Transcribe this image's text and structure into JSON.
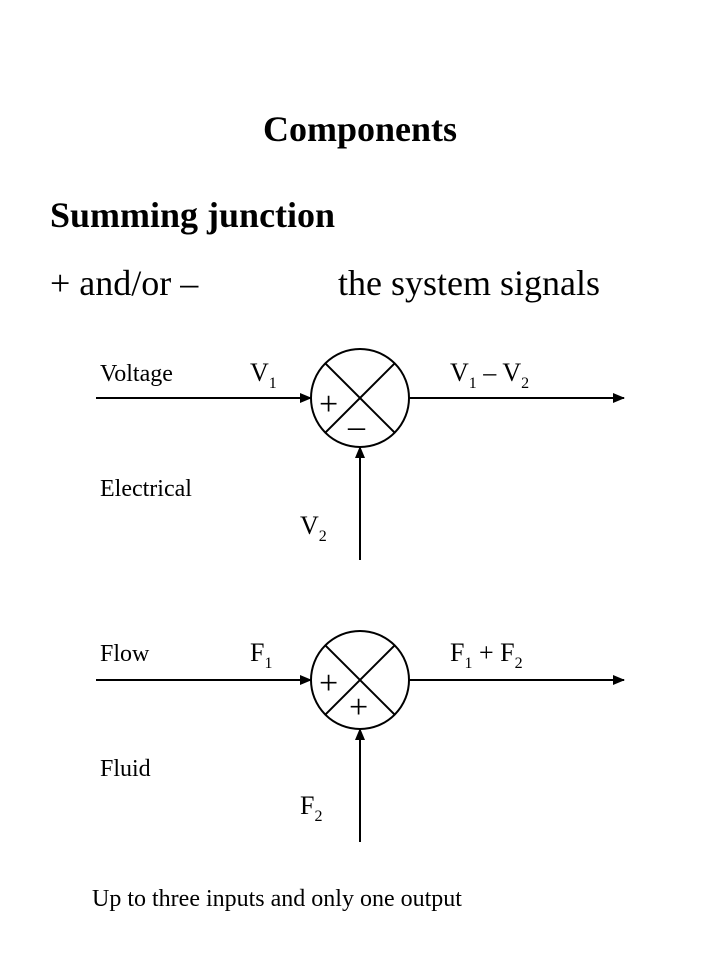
{
  "title": "Components",
  "subtitle": "Summing junction",
  "line_left": "+ and/or –",
  "line_right": "the system signals",
  "electrical": {
    "quantity": "Voltage",
    "domain": "Electrical",
    "input1": {
      "base": "V",
      "sub": "1"
    },
    "input2": {
      "base": "V",
      "sub": "2"
    },
    "output": {
      "a": "V",
      "a_sub": "1",
      "op": " – ",
      "b": "V",
      "b_sub": "2"
    },
    "sign_left": "+",
    "sign_bottom": "–"
  },
  "fluid": {
    "quantity": "Flow",
    "domain": "Fluid",
    "input1": {
      "base": "F",
      "sub": "1"
    },
    "input2": {
      "base": "F",
      "sub": "2"
    },
    "output": {
      "a": "F",
      "a_sub": "1",
      "op": " + ",
      "b": "F",
      "b_sub": "2"
    },
    "sign_left": "+",
    "sign_bottom": "+"
  },
  "footer": "Up to three inputs and only one output"
}
